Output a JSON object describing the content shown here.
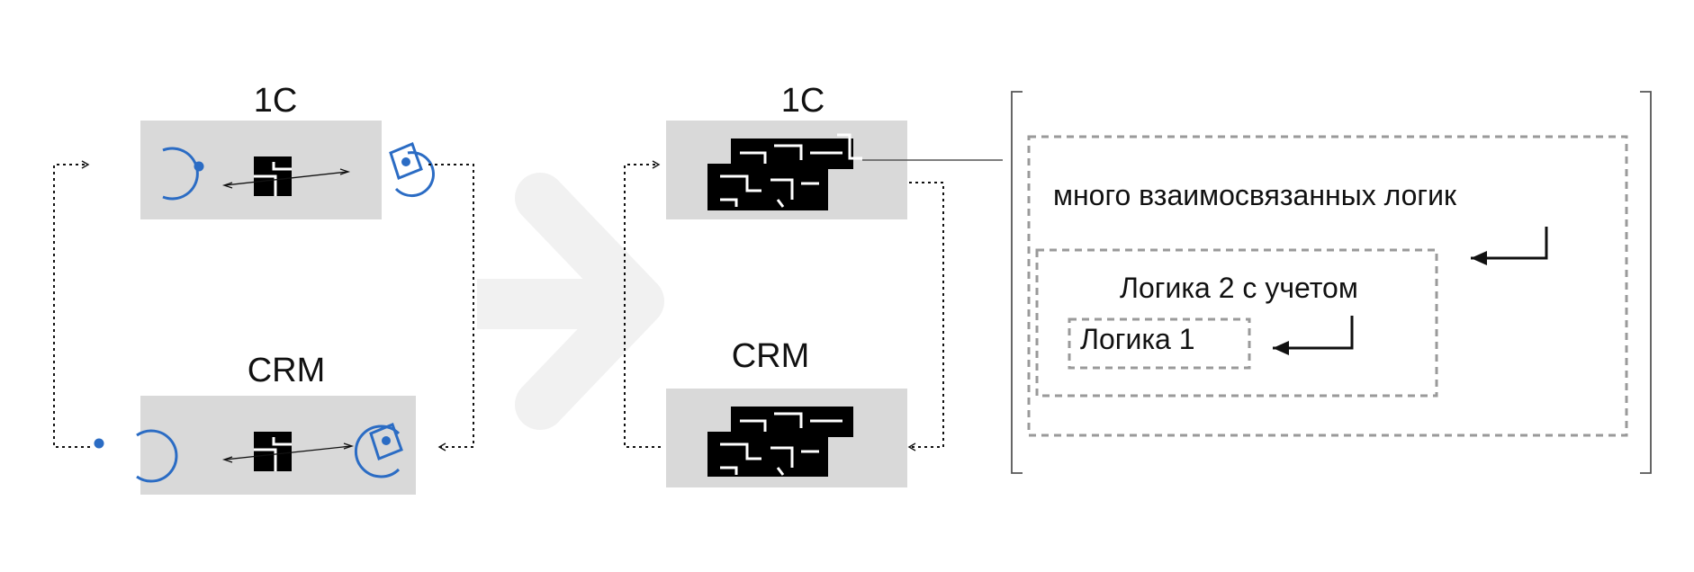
{
  "left_diagram": {
    "top_label": "1С",
    "bottom_label": "CRM"
  },
  "right_diagram": {
    "top_label": "1С",
    "bottom_label": "CRM"
  },
  "logic_panel": {
    "outer_text": "много взаимосвязанных логик",
    "middle_text": "Логика 2 с учетом",
    "inner_text": "Логика 1"
  },
  "colors": {
    "box_fill": "#d9d9d9",
    "accent_blue": "#2b6cc4",
    "dashed_gray": "#9a9a9a",
    "big_arrow": "#f1f1f1"
  }
}
